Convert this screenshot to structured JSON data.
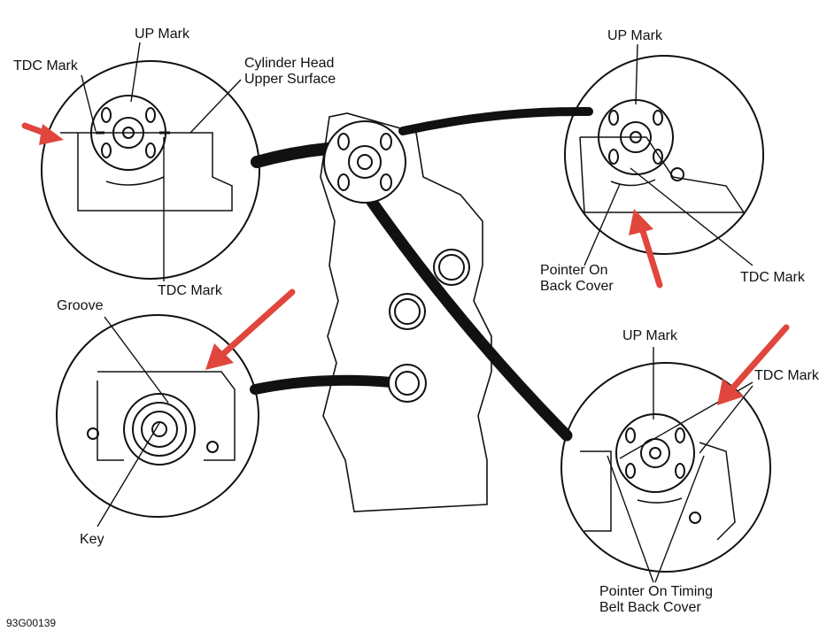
{
  "labels": {
    "tl_up_mark": "UP Mark",
    "tl_tdc_mark_top": "TDC Mark",
    "tl_cyl_head_line1": "Cylinder Head",
    "tl_cyl_head_line2": "Upper Surface",
    "tl_tdc_mark_bottom": "TDC Mark",
    "tr_up_mark": "UP Mark",
    "tr_pointer_line1": "Pointer On",
    "tr_pointer_line2": "Back Cover",
    "tr_tdc_mark": "TDC Mark",
    "bl_groove": "Groove",
    "bl_key": "Key",
    "br_up_mark": "UP Mark",
    "br_tdc_mark": "TDC Mark",
    "br_pointer_line1": "Pointer On Timing",
    "br_pointer_line2": "Belt Back Cover",
    "figure_id": "93G00139"
  },
  "colors": {
    "line": "#111111",
    "arrow": "#e0463c",
    "background": "#ffffff"
  }
}
